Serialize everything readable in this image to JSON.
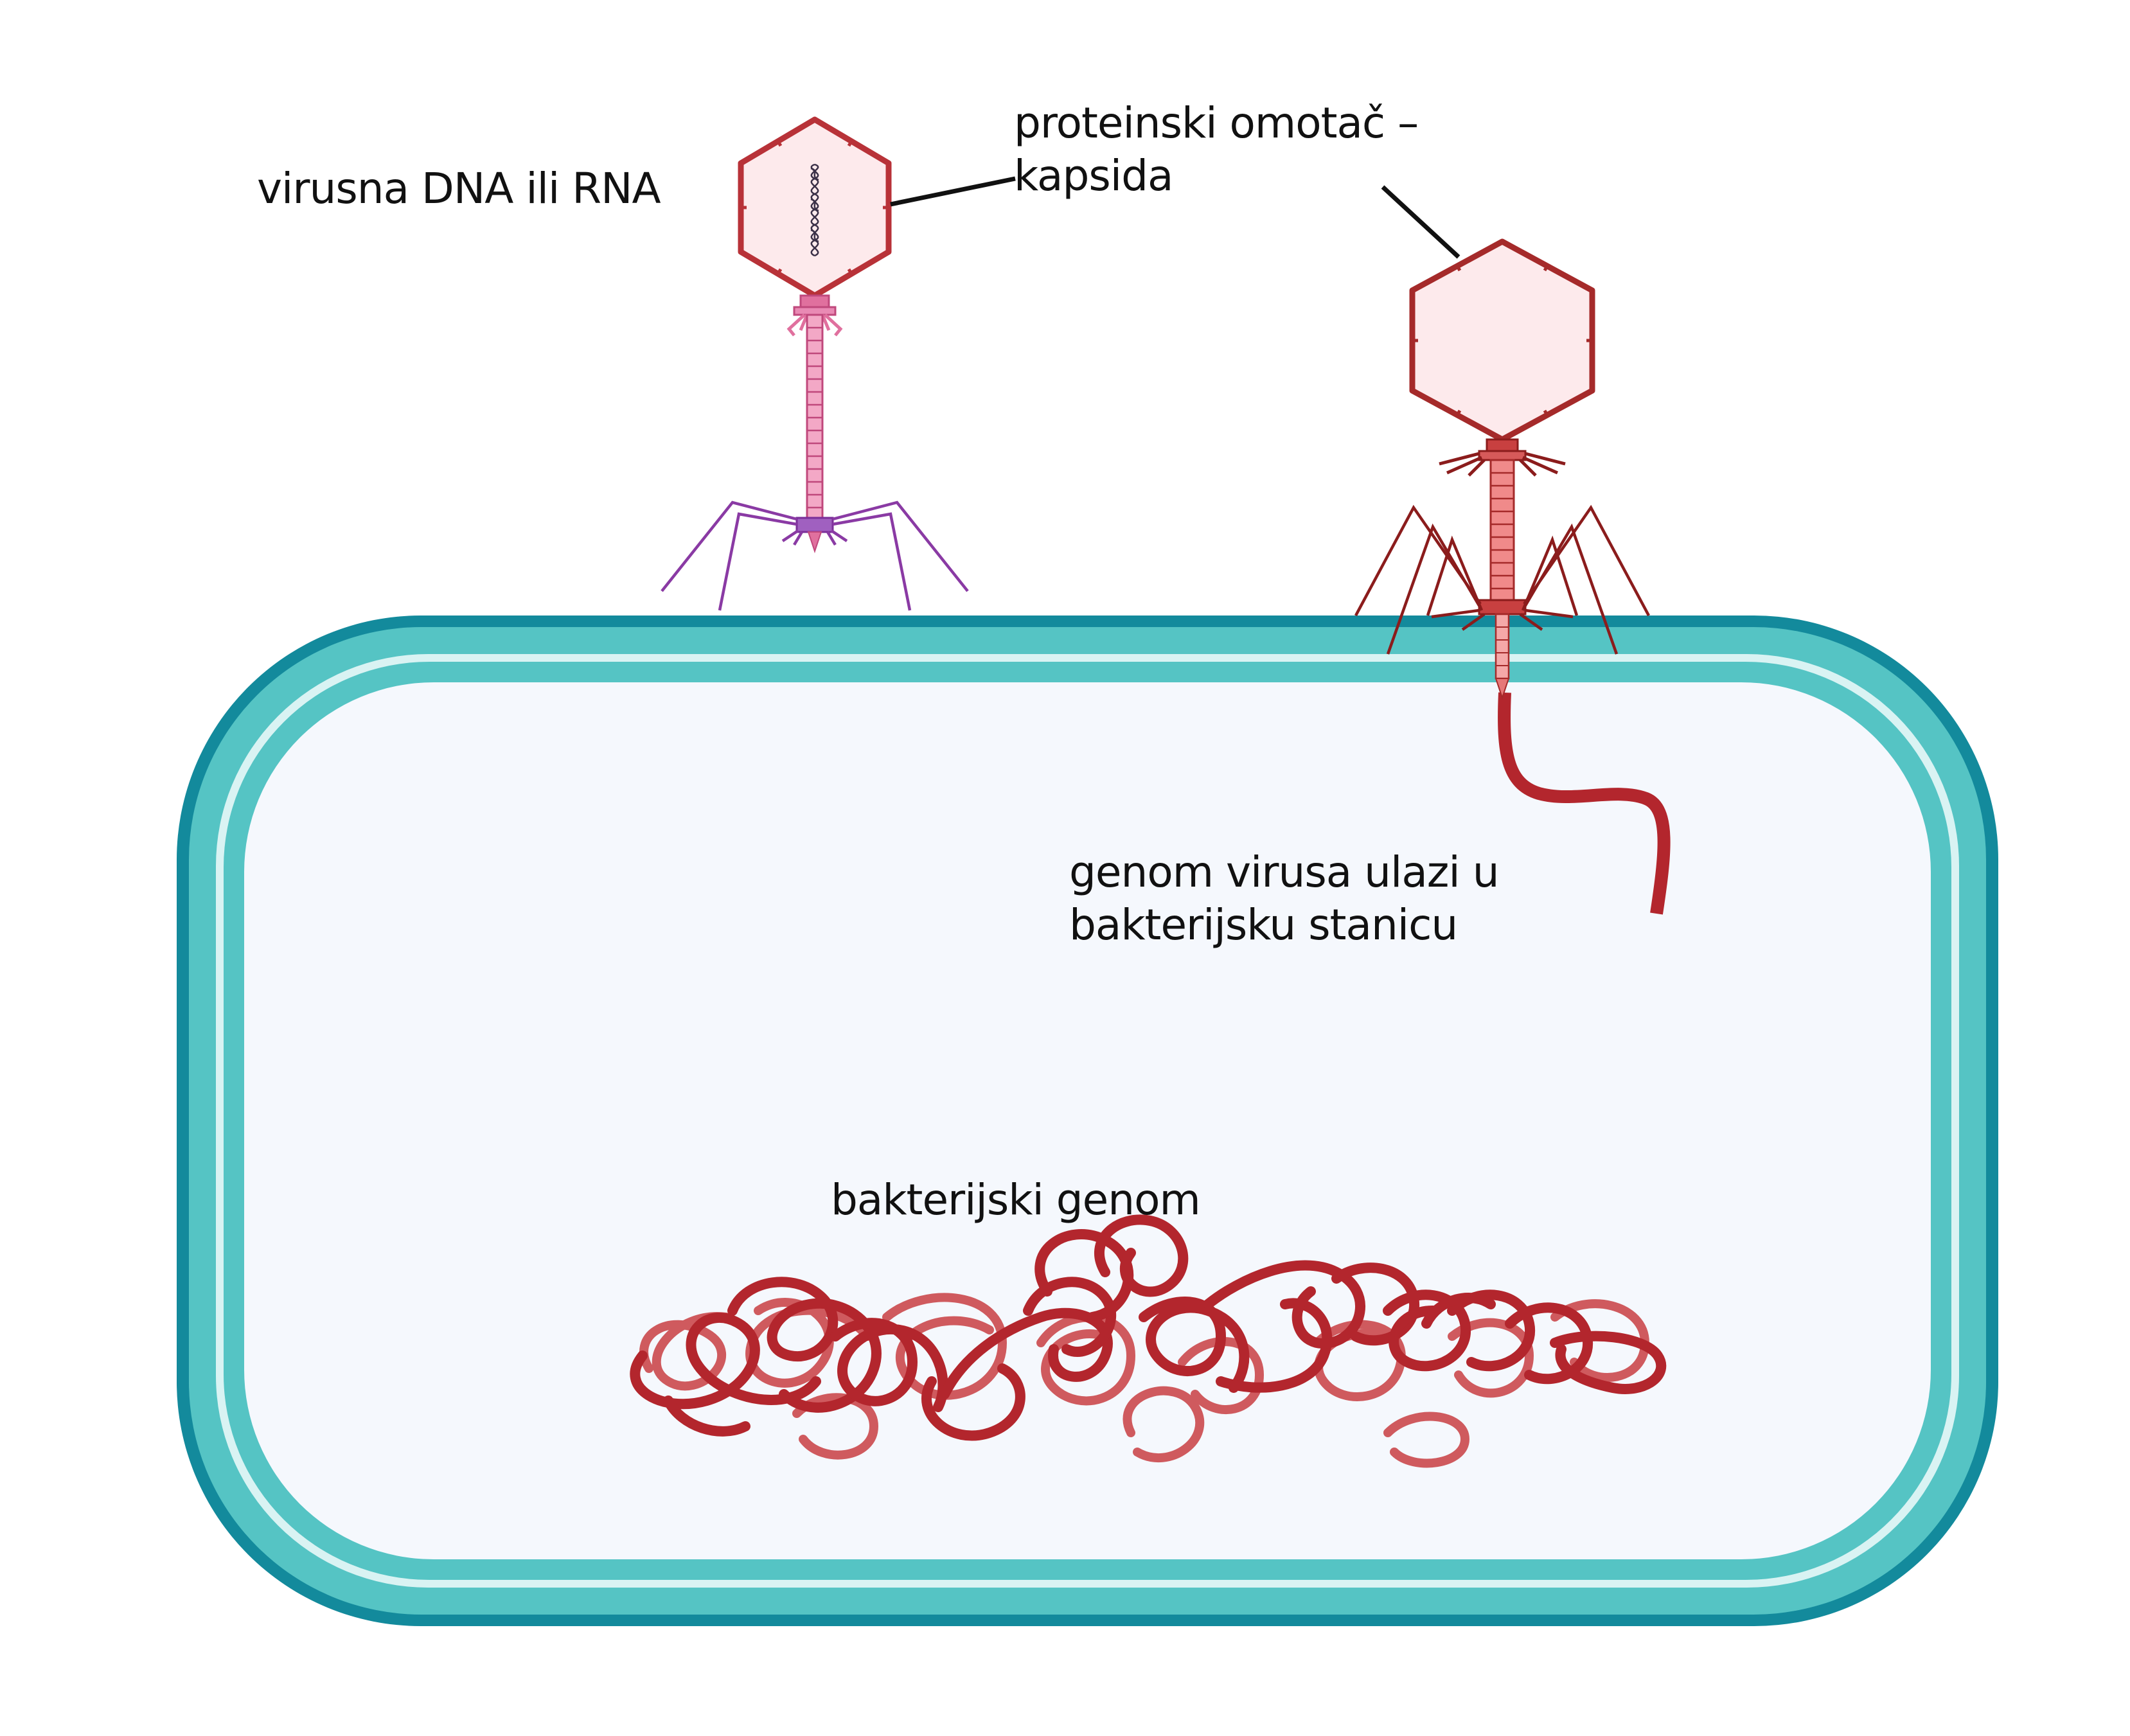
{
  "labels": {
    "viral_nucleic_acid": "virusna DNA ili RNA",
    "capsid_line1": "proteinski omotač –",
    "capsid_line2": "kapsida",
    "genome_entry_line1": "genom virusa ulazi u",
    "genome_entry_line2": "bakterijsku stanicu",
    "bacterial_genome": "bakterijski genom"
  },
  "colors": {
    "cell_wall_outer": "#138a9c",
    "cell_wall_mid": "#55c4c4",
    "cell_wall_light": "#d9f3f3",
    "cytoplasm": "#f5f8fd",
    "genome_red": "#b3262d",
    "genome_red_light": "#cf5a5e",
    "phage1_head_stroke": "#b83238",
    "phage1_head_fill": "#fdeaec",
    "phage1_tail": "#e0709e",
    "phage1_legs": "#8a3aa4",
    "phage2_head_stroke": "#a52a2a",
    "phage2_tail": "#e67878",
    "phage2_legs": "#8b1c1c"
  }
}
